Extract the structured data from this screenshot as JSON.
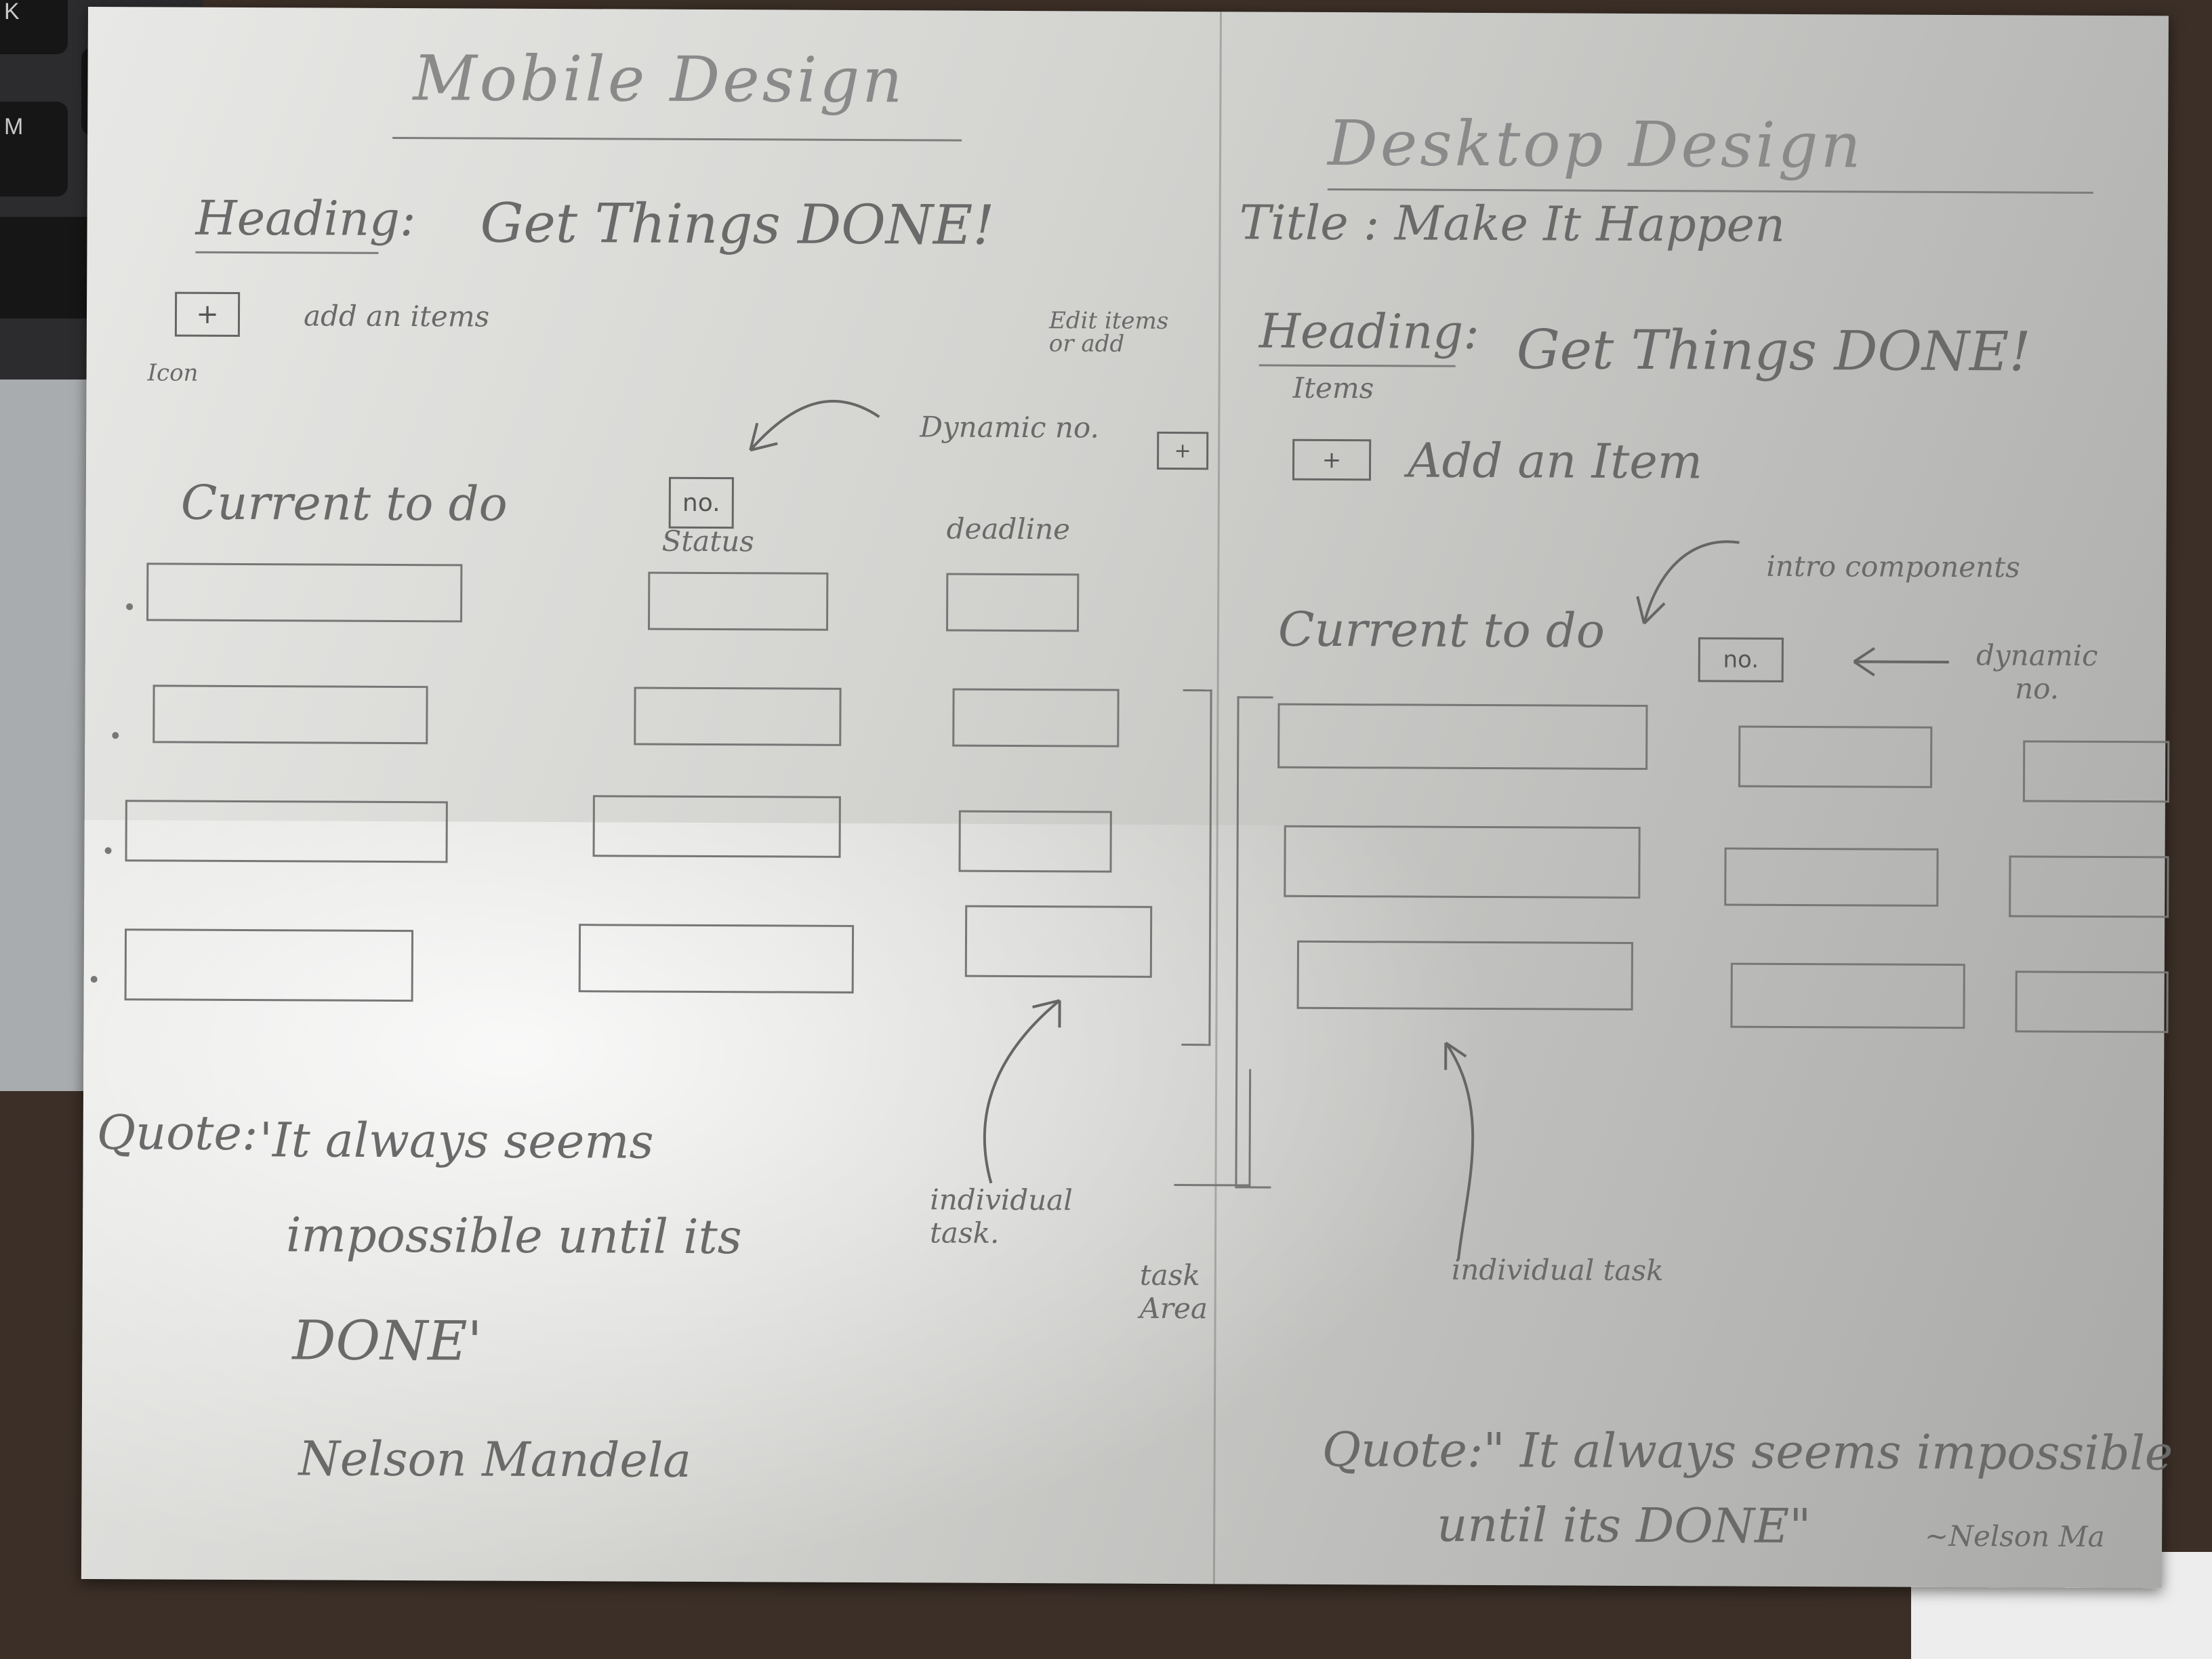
{
  "mobile": {
    "title": "Mobile Design",
    "heading_label": "Heading:",
    "heading_text": "Get Things DONE!",
    "add_icon_label": "Icon",
    "add_text": "add an items",
    "edit_note": "Edit items or add",
    "dynamic_note": "Dynamic no.",
    "current_label": "Current to do",
    "counter": "no.",
    "status_label": "Status",
    "deadline_label": "deadline",
    "individual_task": "individual task.",
    "task_area": "task Area",
    "quote_label": "Quote:",
    "quote_line1": "'It always seems",
    "quote_line2": "impossible until its",
    "quote_line3": "DONE'",
    "quote_author": "Nelson Mandela"
  },
  "desktop": {
    "title": "Desktop Design",
    "title_label": "Title : Make It Happen",
    "heading_label": "Heading:",
    "heading_sub": "Items",
    "heading_text": "Get Things DONE!",
    "add_text": "Add an Item",
    "intro_note": "intro components",
    "current_label": "Current to do",
    "counter": "no.",
    "dynamic_note": "dynamic no.",
    "individual_task": "individual task",
    "quote_line1": "Quote:\" It always seems impossible",
    "quote_line2": "until its DONE\"",
    "quote_author": "~Nelson Ma"
  },
  "keyboard": {
    "keys": [
      "K",
      "<",
      "M"
    ]
  },
  "icons": {
    "plus": "+"
  }
}
